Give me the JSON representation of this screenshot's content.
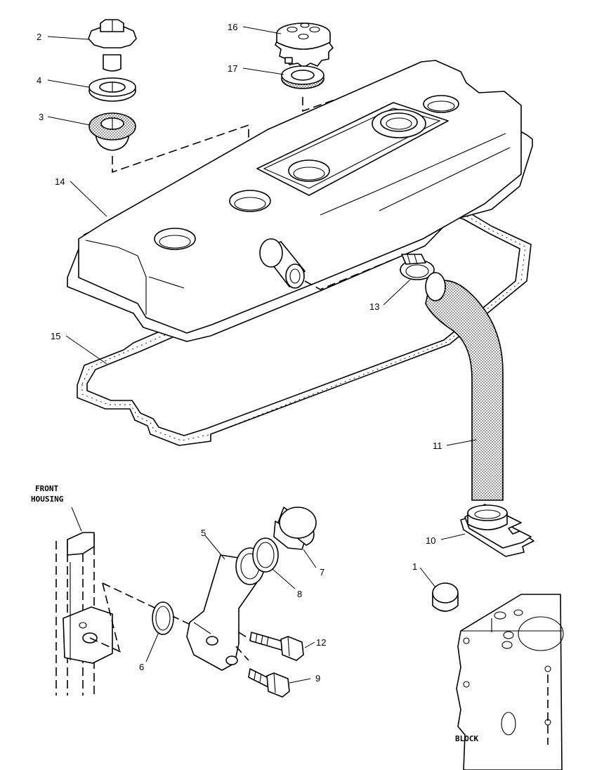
{
  "diagram": {
    "callouts": {
      "c1": "1",
      "c2": "2",
      "c3": "3",
      "c4": "4",
      "c5": "5",
      "c6": "6",
      "c7": "7",
      "c8": "8",
      "c9": "9",
      "c10": "10",
      "c11": "11",
      "c12": "12",
      "c13": "13",
      "c14": "14",
      "c15": "15",
      "c16": "16",
      "c17": "17"
    },
    "labels": {
      "front_line1": "FRONT",
      "front_line2": "HOUSING",
      "block": "BLOCK"
    }
  }
}
